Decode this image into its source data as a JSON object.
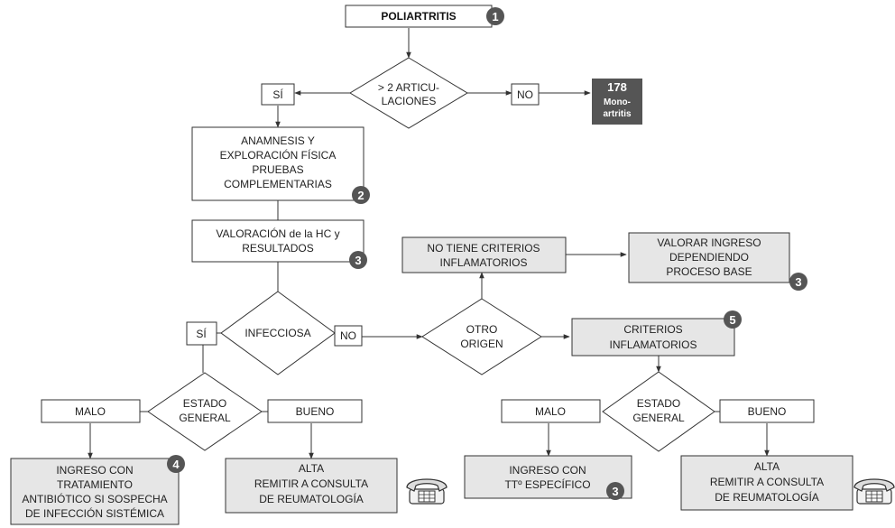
{
  "colors": {
    "badge": "#555555",
    "shaded_box": "#e6e6e6",
    "line": "#333333"
  },
  "nodes": {
    "start": "POLIARTRITIS",
    "joints_q": [
      "> 2 ARTICU-",
      "LACIONES"
    ],
    "si_1": "SÍ",
    "no_1": "NO",
    "ref_mono": [
      "178",
      "Mono-",
      "artritis"
    ],
    "anamnesis": [
      "ANAMNESIS Y",
      "EXPLORACIÓN FÍSICA",
      "PRUEBAS",
      "COMPLEMENTARIAS"
    ],
    "valoracion": [
      "VALORACIÓN de la HC y",
      "RESULTADOS"
    ],
    "infecciosa_q": "INFECCIOSA",
    "si_2": "SÍ",
    "no_2": "NO",
    "otro_q": [
      "OTRO",
      "ORIGEN"
    ],
    "no_criterios": [
      "NO TIENE CRITERIOS",
      "INFLAMATORIOS"
    ],
    "valorar_ingreso": [
      "VALORAR INGRESO",
      "DEPENDIENDO",
      "PROCESO BASE"
    ],
    "criterios": [
      "CRITERIOS",
      "INFLAMATORIOS"
    ],
    "estado_left": [
      "ESTADO",
      "GENERAL"
    ],
    "malo_left": "MALO",
    "bueno_left": "BUENO",
    "ingreso_antibiotico": [
      "INGRESO CON",
      "TRATAMIENTO",
      "ANTIBIÓTICO SI SOSPECHA",
      "DE INFECCIÓN SISTÉMICA"
    ],
    "alta_left": [
      "ALTA",
      "REMITIR A CONSULTA",
      "DE REUMATOLOGÍA"
    ],
    "estado_right": [
      "ESTADO",
      "GENERAL"
    ],
    "malo_right": "MALO",
    "bueno_right": "BUENO",
    "ingreso_especifico": [
      "INGRESO CON",
      "TTº ESPECÍFICO"
    ],
    "alta_right": [
      "ALTA",
      "REMITIR A CONSULTA",
      "DE REUMATOLOGÍA"
    ]
  },
  "badges": {
    "b_start": "1",
    "b_anamnesis": "2",
    "b_valoracion": "3",
    "b_valorar_ingreso": "3",
    "b_criterios": "5",
    "b_antibiotico": "4",
    "b_especifico": "3"
  },
  "icons": {
    "phone": "telephone-icon"
  }
}
